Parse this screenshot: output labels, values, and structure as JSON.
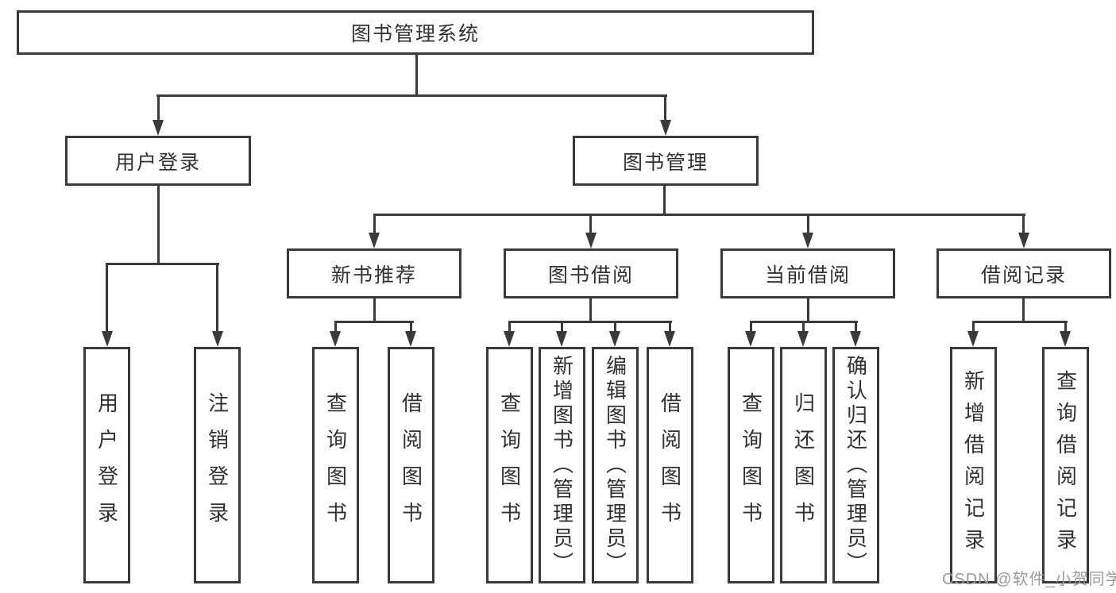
{
  "colors": {
    "line": "#3a3a3a",
    "text": "#313131",
    "wm": "#9b9b9b",
    "bg": "#ffffff"
  },
  "nodes": {
    "root": {
      "label": "图书管理系统"
    },
    "l2": [
      {
        "label": "用户登录"
      },
      {
        "label": "图书管理"
      }
    ],
    "l3": [
      {
        "label": "新书推荐"
      },
      {
        "label": "图书借阅"
      },
      {
        "label": "当前借阅"
      },
      {
        "label": "借阅记录"
      }
    ],
    "leaves": {
      "user_login": [
        {
          "label": "用户登录"
        },
        {
          "label": "注销登录"
        }
      ],
      "new_books": [
        {
          "label": "查询图书"
        },
        {
          "label": "借阅图书"
        }
      ],
      "book_borrow": [
        {
          "label": "查询图书"
        },
        {
          "label": "新增图书（管理员）"
        },
        {
          "label": "编辑图书（管理员）"
        },
        {
          "label": "借阅图书"
        }
      ],
      "current_borrow": [
        {
          "label": "查询图书"
        },
        {
          "label": "归还图书"
        },
        {
          "label": "确认归还（管理员）"
        }
      ],
      "borrow_records": [
        {
          "label": "新增借阅记录"
        },
        {
          "label": "查询借阅记录"
        }
      ]
    }
  },
  "watermark": {
    "text": "CSDN @软件_小贺同学"
  }
}
